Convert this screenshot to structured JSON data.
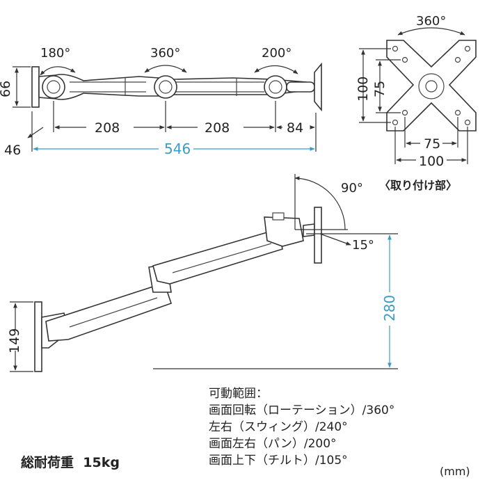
{
  "top_view": {
    "angles": [
      "180°",
      "360°",
      "200°"
    ],
    "height": "66",
    "segments": [
      "208",
      "208",
      "84"
    ],
    "offset": "46",
    "total_length": "546"
  },
  "mount_plate": {
    "rotation": "360°",
    "outer_vertical": "100",
    "inner_vertical": "75",
    "inner_horizontal": "75",
    "outer_horizontal": "100",
    "caption": "〈取り付け部〉"
  },
  "side_view": {
    "tilt_up": "90°",
    "tilt_down": "15°",
    "height_range": "280",
    "base_height": "149"
  },
  "specs": {
    "heading": "可動範囲：",
    "lines": [
      "画面回転（ローテーション）/360°",
      "左右（スウィング）/240°",
      "画面左右（パン）/200°",
      "画面上下（チルト）/105°"
    ]
  },
  "load": {
    "label": "総耐荷重",
    "value": "15kg"
  },
  "unit": "(mm)",
  "colors": {
    "accent": "#3a9cc8",
    "ink": "#222222"
  }
}
